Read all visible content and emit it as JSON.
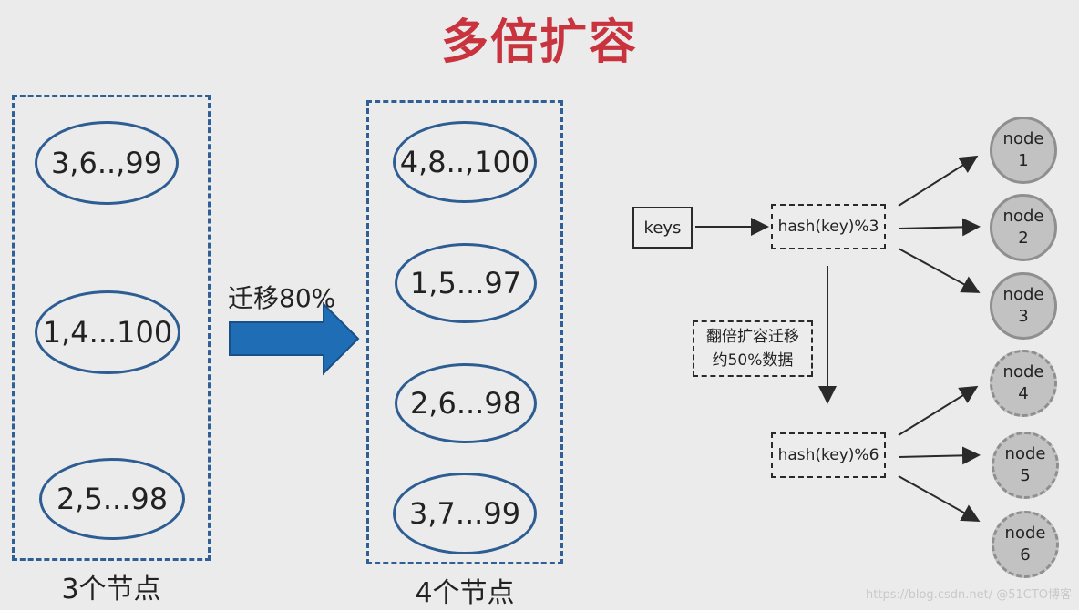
{
  "title": "多倍扩容",
  "left_group": {
    "caption": "3个节点",
    "ovals": [
      "3,6..,99",
      "1,4...100",
      "2,5...98"
    ]
  },
  "right_group": {
    "caption": "4个节点",
    "ovals": [
      "4,8..,100",
      "1,5...97",
      "2,6...98",
      "3,7...99"
    ]
  },
  "migrate_label": "迁移80%",
  "flow": {
    "keys_label": "keys",
    "hash3_label": "hash(key)%3",
    "hash6_label": "hash(key)%6",
    "note_line1": "翻倍扩容迁移",
    "note_line2": "约50%数据"
  },
  "nodes": [
    {
      "word": "node",
      "num": "1"
    },
    {
      "word": "node",
      "num": "2"
    },
    {
      "word": "node",
      "num": "3"
    },
    {
      "word": "node",
      "num": "4"
    },
    {
      "word": "node",
      "num": "5"
    },
    {
      "word": "node",
      "num": "6"
    }
  ],
  "colors": {
    "title": "#c8333e",
    "frame": "#2f5f94",
    "arrow": "#1f6db4",
    "node_fill": "#c2c2c2"
  },
  "watermark": "https://blog.csdn.net/ @51CTO博客"
}
